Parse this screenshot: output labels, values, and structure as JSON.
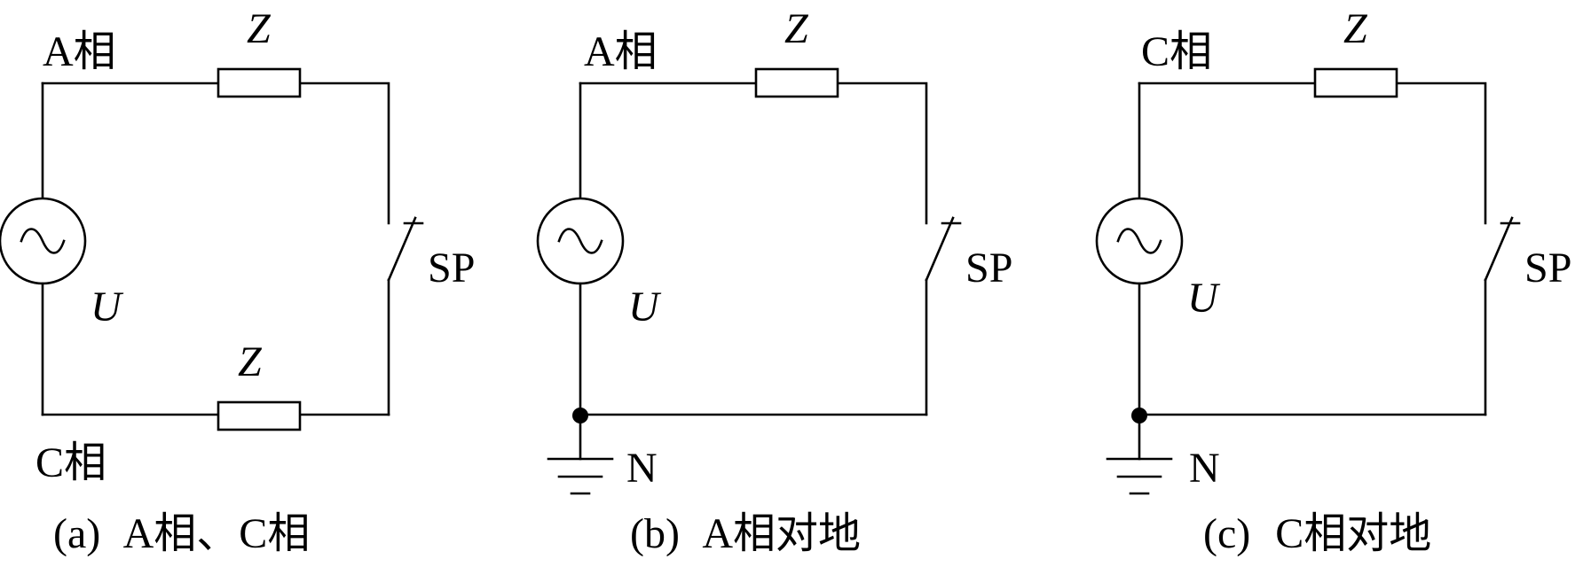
{
  "colors": {
    "line": "#000000",
    "background": "#ffffff"
  },
  "panels": [
    {
      "id": "a",
      "top_label": "A相",
      "bottom_label": "C相",
      "impedance_top": "Z",
      "impedance_bottom": "Z",
      "source": "U",
      "switch": "SP",
      "neutral": "",
      "caption_tag": "(a)",
      "caption_text": "A相、C相"
    },
    {
      "id": "b",
      "top_label": "A相",
      "bottom_label": "",
      "impedance_top": "Z",
      "impedance_bottom": "",
      "source": "U",
      "switch": "SP",
      "neutral": "N",
      "caption_tag": "(b)",
      "caption_text": "A相对地"
    },
    {
      "id": "c",
      "top_label": "C相",
      "bottom_label": "",
      "impedance_top": "Z",
      "impedance_bottom": "",
      "source": "U",
      "switch": "SP",
      "neutral": "N",
      "caption_tag": "(c)",
      "caption_text": "C相对地"
    }
  ]
}
